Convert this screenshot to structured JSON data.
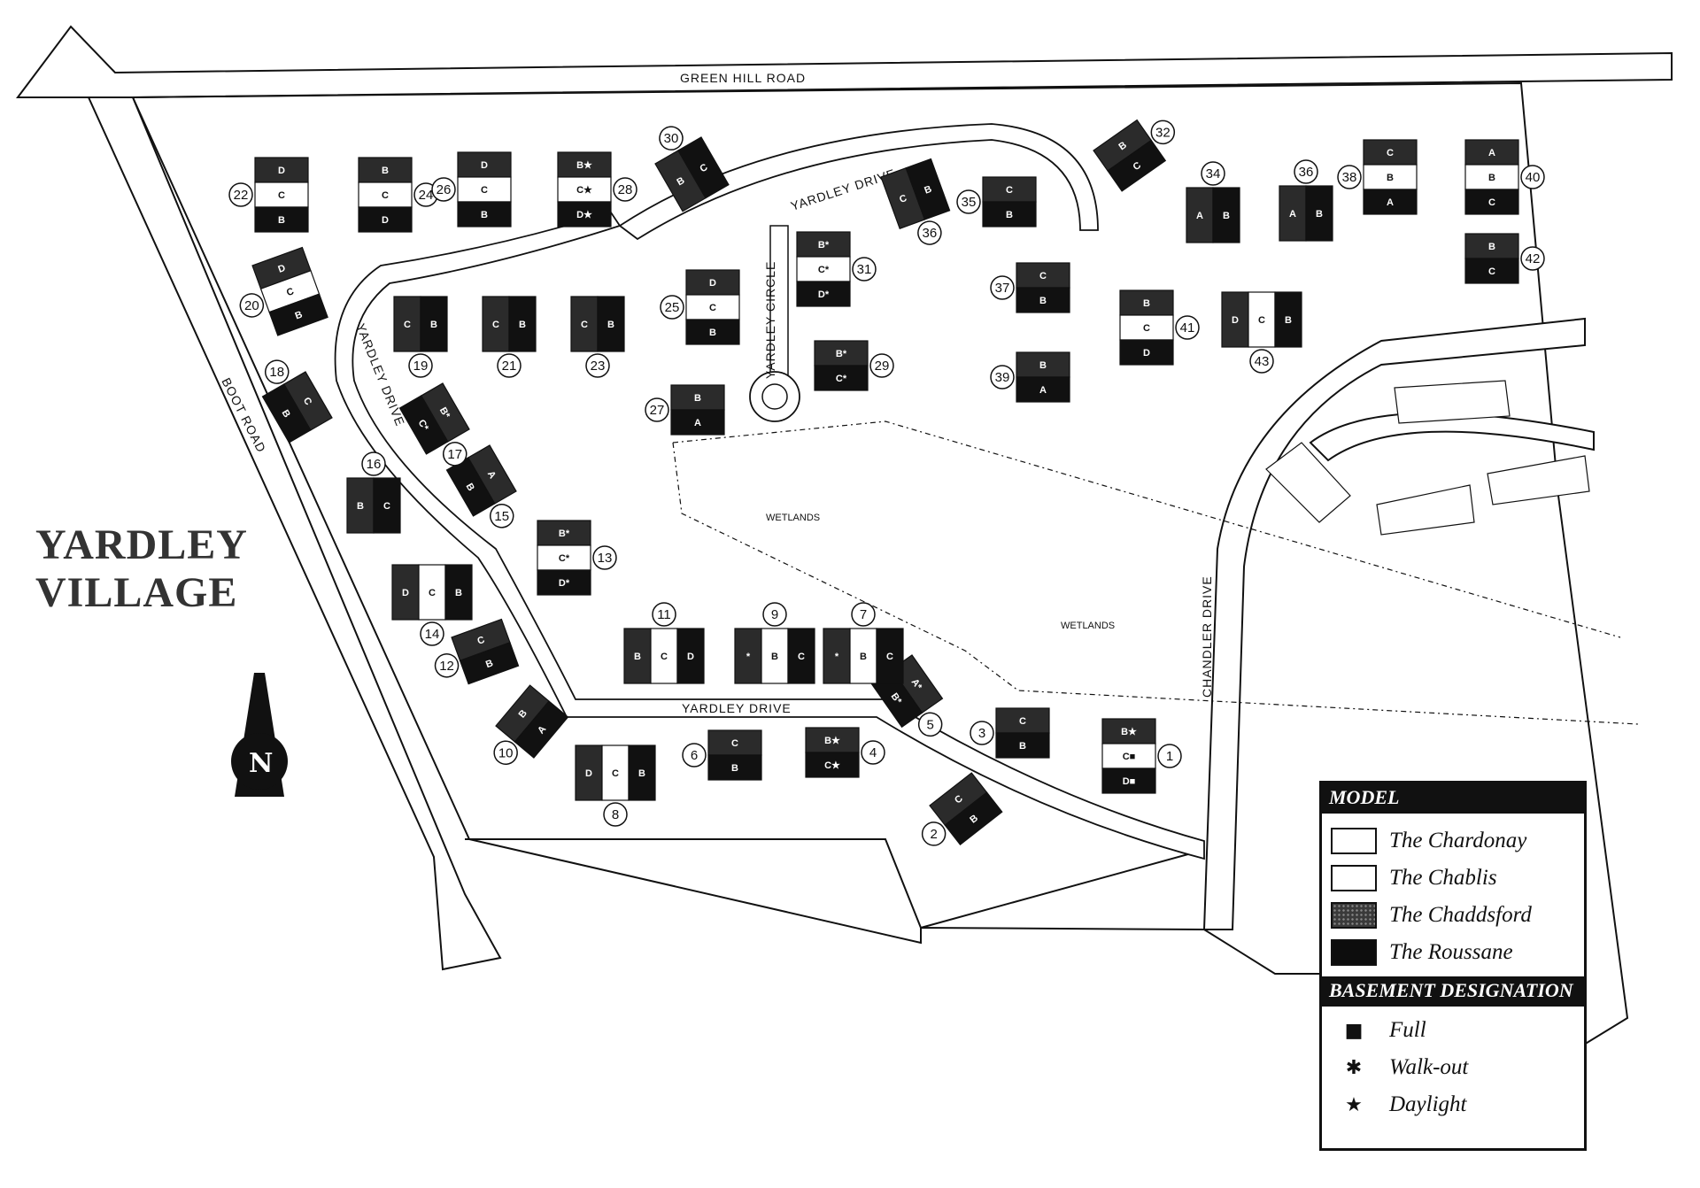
{
  "title": {
    "line1": "YARDLEY",
    "line2": "VILLAGE"
  },
  "roads": {
    "green_hill": "GREEN HILL ROAD",
    "boot": "BOOT ROAD",
    "chandler": "CHANDLER DRIVE",
    "yardley_drive": "YARDLEY DRIVE",
    "yardley_circle": "YARDLEY CIRCLE"
  },
  "wetlands_label": "WETLANDS",
  "north_label": "N",
  "legend": {
    "model_heading": "MODEL",
    "models": [
      {
        "label": "The Chardonay",
        "color": "#ffffff"
      },
      {
        "label": "The Chablis",
        "color": "#ffffff"
      },
      {
        "label": "The Chaddsford",
        "color": "#3a3a3a"
      },
      {
        "label": "The Roussane",
        "color": "#0d0d0d"
      }
    ],
    "basement_heading": "BASEMENT DESIGNATION",
    "basements": [
      {
        "label": "Full",
        "icon": "square-icon"
      },
      {
        "label": "Walk-out",
        "icon": "asterisk-icon"
      },
      {
        "label": "Daylight",
        "icon": "star-icon"
      }
    ]
  },
  "lots": [
    {
      "n": "1",
      "units": [
        "B★",
        "C■",
        "D■"
      ]
    },
    {
      "n": "2",
      "units": [
        "C",
        "B"
      ]
    },
    {
      "n": "3",
      "units": [
        "C",
        "B"
      ]
    },
    {
      "n": "4",
      "units": [
        "B★",
        "C★"
      ]
    },
    {
      "n": "5",
      "units": [
        "A*",
        "B*"
      ]
    },
    {
      "n": "6",
      "units": [
        "C",
        "B"
      ]
    },
    {
      "n": "7",
      "units": [
        "*",
        "B",
        "C"
      ]
    },
    {
      "n": "8",
      "units": [
        "D",
        "C",
        "B"
      ]
    },
    {
      "n": "9",
      "units": [
        "*",
        "B",
        "C"
      ]
    },
    {
      "n": "10",
      "units": [
        "B",
        "A"
      ]
    },
    {
      "n": "11",
      "units": [
        "B",
        "C",
        "D"
      ]
    },
    {
      "n": "12",
      "units": [
        "C",
        "B"
      ]
    },
    {
      "n": "13",
      "units": [
        "B*",
        "C*",
        "D*"
      ]
    },
    {
      "n": "14",
      "units": [
        "D",
        "C",
        "B"
      ]
    },
    {
      "n": "15",
      "units": [
        "A",
        "B"
      ]
    },
    {
      "n": "16",
      "units": [
        "B",
        "C"
      ]
    },
    {
      "n": "17",
      "units": [
        "B*",
        "C*"
      ]
    },
    {
      "n": "18",
      "units": [
        "C",
        "B"
      ]
    },
    {
      "n": "19",
      "units": [
        "C",
        "B"
      ]
    },
    {
      "n": "20",
      "units": [
        "D",
        "C",
        "B"
      ]
    },
    {
      "n": "21",
      "units": [
        "C",
        "B"
      ]
    },
    {
      "n": "22",
      "units": [
        "D",
        "C",
        "B"
      ]
    },
    {
      "n": "23",
      "units": [
        "C",
        "B"
      ]
    },
    {
      "n": "24",
      "units": [
        "B",
        "C",
        "D"
      ]
    },
    {
      "n": "25",
      "units": [
        "D",
        "C",
        "B"
      ]
    },
    {
      "n": "26",
      "units": [
        "D",
        "C",
        "B"
      ]
    },
    {
      "n": "27",
      "units": [
        "B",
        "A"
      ]
    },
    {
      "n": "28",
      "units": [
        "B★",
        "C★",
        "D★"
      ]
    },
    {
      "n": "29",
      "units": [
        "B*",
        "C*"
      ]
    },
    {
      "n": "30",
      "units": [
        "B",
        "C"
      ]
    },
    {
      "n": "31",
      "units": [
        "B*",
        "C*",
        "D*"
      ]
    },
    {
      "n": "32",
      "units": [
        "B",
        "C"
      ]
    },
    {
      "n": "34",
      "units": [
        "A",
        "B"
      ]
    },
    {
      "n": "35",
      "units": [
        "C",
        "B"
      ]
    },
    {
      "n": "36",
      "units": [
        "C",
        "B"
      ]
    },
    {
      "n": "36",
      "units": [
        "A",
        "B"
      ]
    },
    {
      "n": "37",
      "units": [
        "C",
        "B"
      ]
    },
    {
      "n": "38",
      "units": [
        "C",
        "B",
        "A"
      ]
    },
    {
      "n": "39",
      "units": [
        "B",
        "A"
      ]
    },
    {
      "n": "40",
      "units": [
        "A",
        "B",
        "C"
      ]
    },
    {
      "n": "41",
      "units": [
        "B",
        "C",
        "D"
      ]
    },
    {
      "n": "42",
      "units": [
        "B",
        "C"
      ]
    },
    {
      "n": "43",
      "units": [
        "D",
        "C",
        "B"
      ]
    }
  ]
}
